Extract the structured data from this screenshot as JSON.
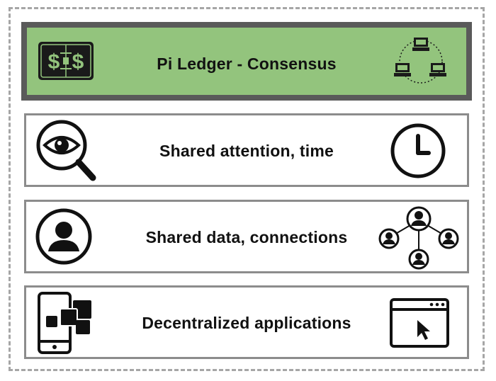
{
  "rows": {
    "top": {
      "label": "Pi Ledger - Consensus",
      "left_icon": "money-ledger-icon",
      "right_icon": "network-computers-icon"
    },
    "r1": {
      "label": "Shared attention, time",
      "left_icon": "magnifier-eye-icon",
      "right_icon": "clock-icon"
    },
    "r2": {
      "label": "Shared data, connections",
      "left_icon": "user-avatar-icon",
      "right_icon": "user-network-icon"
    },
    "r3": {
      "label": "Decentralized applications",
      "left_icon": "mobile-apps-icon",
      "right_icon": "browser-window-icon"
    }
  },
  "colors": {
    "top_fill": "#93c47d",
    "top_border": "#5a5a5a",
    "row_border": "#8c8c8c",
    "dashed_border": "#a6a6a6",
    "text": "#111111"
  }
}
